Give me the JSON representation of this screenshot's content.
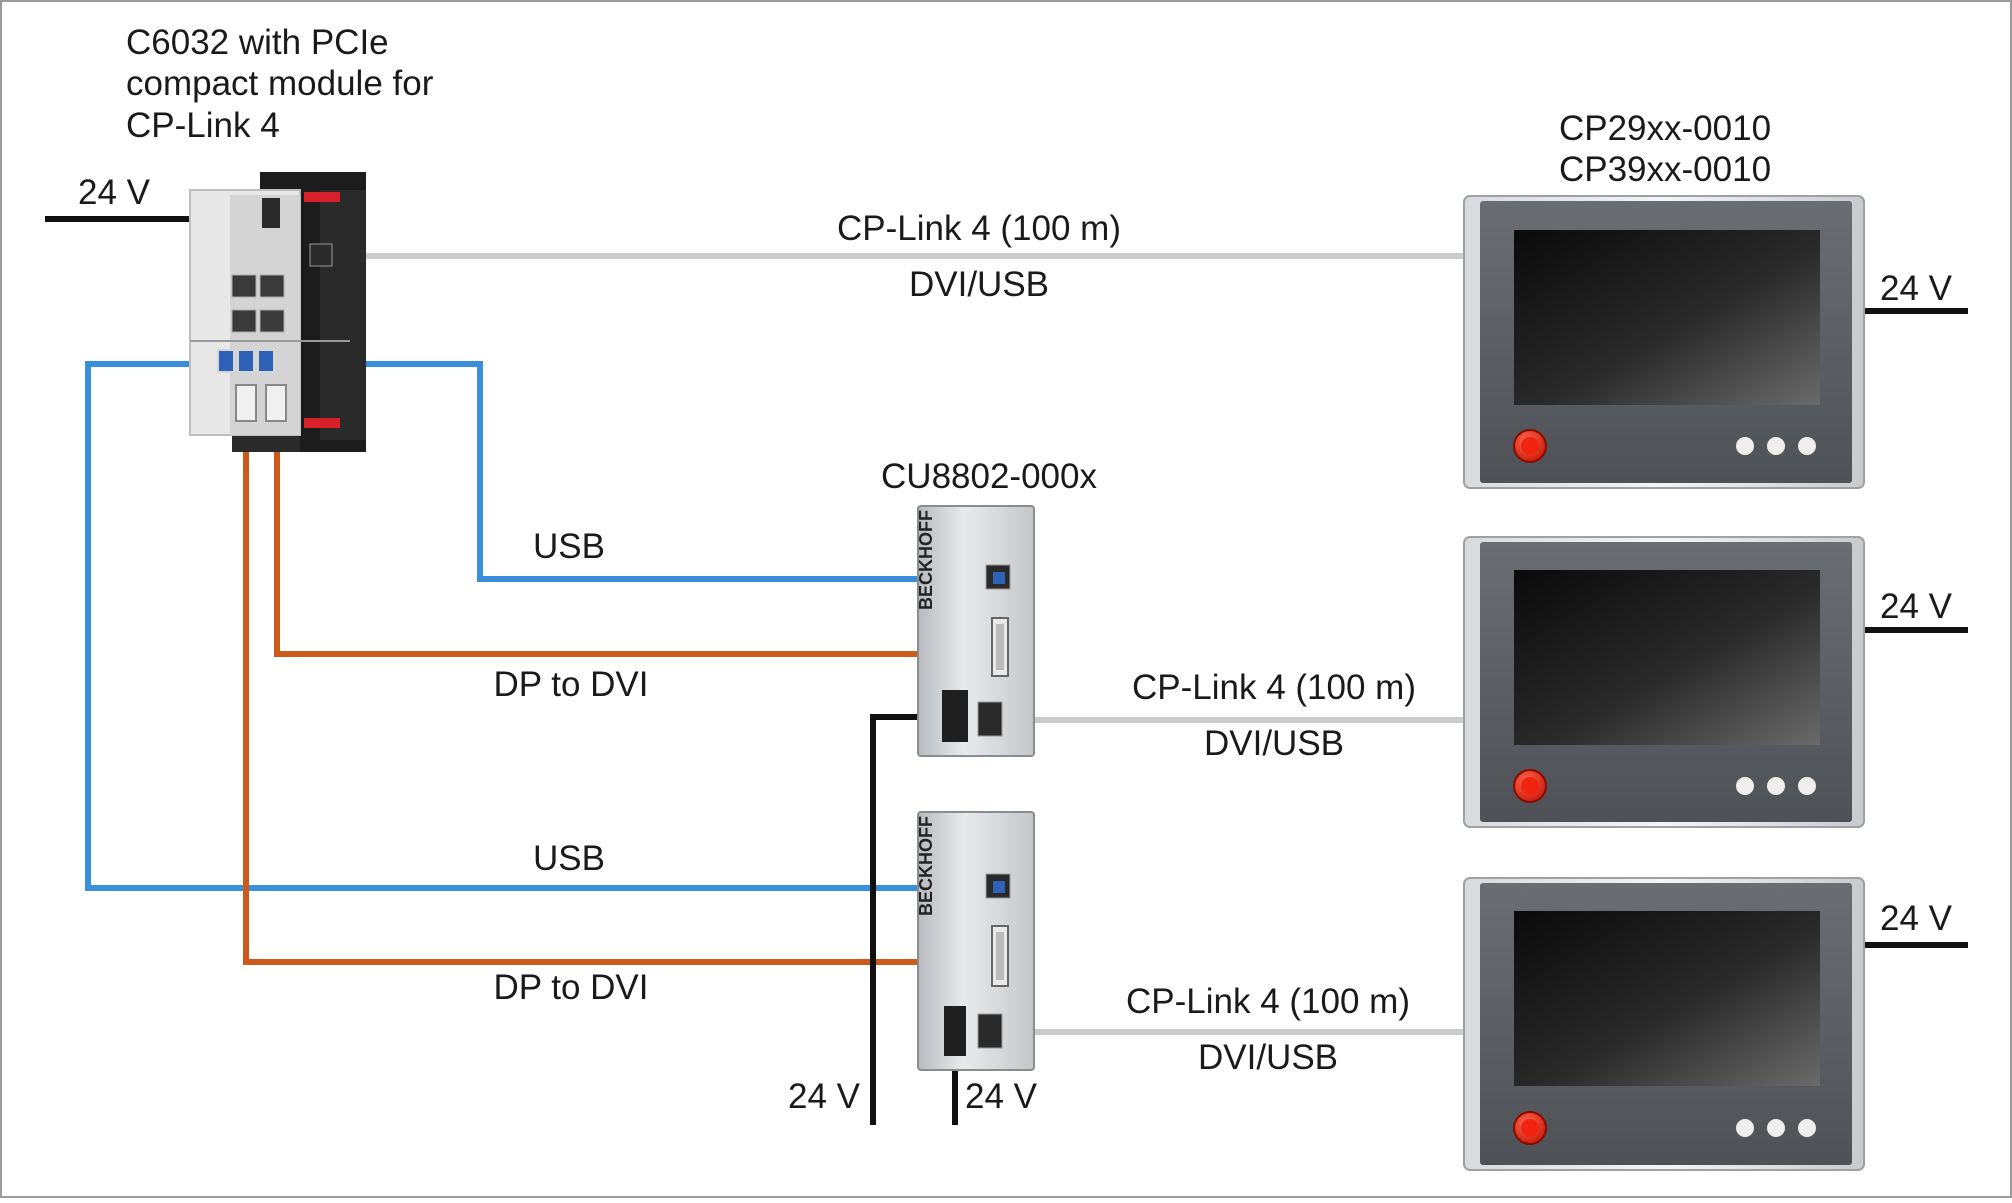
{
  "controller": {
    "title_lines": [
      "C6032 with PCIe",
      "compact module for",
      "CP-Link 4"
    ],
    "power": "24 V"
  },
  "panel_title_lines": [
    "CP29xx-0010",
    "CP39xx-0010"
  ],
  "link_top": {
    "title": "CP-Link 4 (100 m)",
    "subtitle": "DVI/USB"
  },
  "extender_title": "CU8802-000x",
  "extender_brand": "BECKHOFF",
  "extender_1": {
    "usb": "USB",
    "dp": "DP to DVI",
    "link_title": "CP-Link 4 (100 m)",
    "link_subtitle": "DVI/USB",
    "power": "24 V"
  },
  "extender_2": {
    "usb": "USB",
    "dp": "DP to DVI",
    "link_title": "CP-Link 4 (100 m)",
    "link_subtitle": "DVI/USB",
    "power": "24 V"
  },
  "panels": [
    {
      "power": "24 V"
    },
    {
      "power": "24 V"
    },
    {
      "power": "24 V"
    }
  ],
  "colors": {
    "usb": "#3a8fdc",
    "dp": "#cc5a1a",
    "cplink": "#c9cccb",
    "power": "#111111",
    "emergency_stop": "#e02010"
  }
}
